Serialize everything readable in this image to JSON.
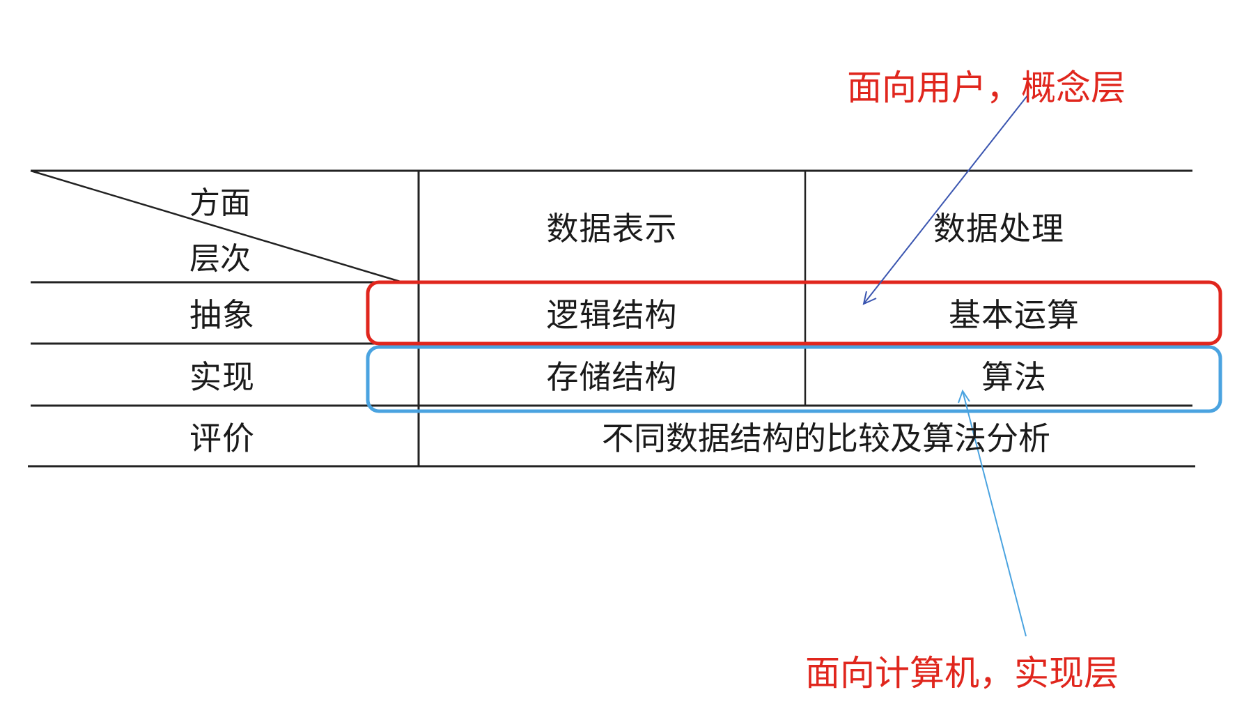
{
  "header": {
    "corner_top": "方面",
    "corner_bottom": "层次",
    "col1": "数据表示",
    "col2": "数据处理"
  },
  "rows": [
    {
      "label": "抽象",
      "col1": "逻辑结构",
      "col2": "基本运算"
    },
    {
      "label": "实现",
      "col1": "存储结构",
      "col2": "算法"
    },
    {
      "label": "评价",
      "merged": "不同数据结构的比较及算法分析"
    }
  ],
  "annotations": {
    "top": "面向用户，概念层",
    "bottom": "面向计算机，实现层"
  },
  "colors": {
    "grid": "#222222",
    "top_note": "#e0261d",
    "bottom_note": "#e0261d",
    "top_box": "#e0261d",
    "bottom_box": "#4aa3e0",
    "top_arrow": "#3a55b0",
    "bottom_arrow": "#4aa3e0"
  }
}
